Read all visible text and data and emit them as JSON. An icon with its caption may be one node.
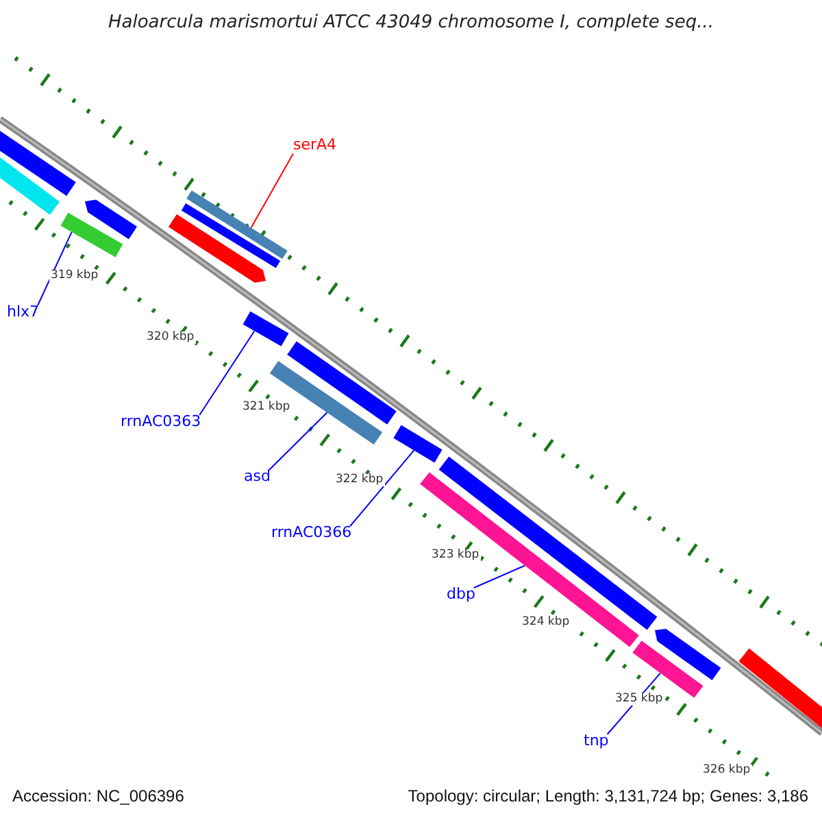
{
  "diagram": {
    "title": "Haloarcula marismortui ATCC 43049 chromosome I, complete seq...",
    "nodes": [
      {
        "text": [
          "serA4"
        ]
      },
      {
        "text": [
          "hlx7"
        ]
      },
      {
        "text": [
          "rrnAC0363"
        ]
      },
      {
        "text": [
          "asd"
        ]
      },
      {
        "text": [
          "rrnAC0366"
        ]
      },
      {
        "text": [
          "dbp"
        ]
      },
      {
        "text": [
          "tnp"
        ]
      },
      {
        "text": [],
        "shape": "bar"
      },
      {
        "text": [],
        "shape": "bar"
      },
      {
        "text": [],
        "shape": "arrow"
      },
      {
        "text": [],
        "shape": "bar"
      },
      {
        "text": [],
        "shape": "bar"
      },
      {
        "text": [],
        "shape": "bar"
      },
      {
        "text": [],
        "shape": "arrow"
      },
      {
        "text": [],
        "shape": "bar"
      },
      {
        "text": [],
        "shape": "bar"
      },
      {
        "text": [],
        "shape": "bar"
      },
      {
        "text": [],
        "shape": "bar"
      },
      {
        "text": [],
        "shape": "bar"
      },
      {
        "text": [],
        "shape": "bar"
      },
      {
        "text": [],
        "shape": "arrow"
      },
      {
        "text": [],
        "shape": "bar"
      },
      {
        "text": [],
        "shape": "bar"
      }
    ],
    "edges": [
      {
        "from": 0,
        "to": 11,
        "arrow": "none",
        "color": "#ff0000"
      },
      {
        "from": 1,
        "to": 10,
        "arrow": "none"
      },
      {
        "from": 2,
        "to": 14,
        "arrow": "none"
      },
      {
        "from": 3,
        "to": 16,
        "arrow": "none"
      },
      {
        "from": 4,
        "to": 17,
        "arrow": "none"
      },
      {
        "from": 5,
        "to": 19,
        "arrow": "none"
      },
      {
        "from": 6,
        "to": 21,
        "arrow": "none"
      }
    ],
    "labels": [
      "319 kbp",
      "320 kbp",
      "321 kbp",
      "322 kbp",
      "323 kbp",
      "324 kbp",
      "325 kbp",
      "326 kbp",
      "Accession: NC_006396",
      "Topology: circular; Length: 3,131,724 bp; Genes: 3,186"
    ]
  }
}
